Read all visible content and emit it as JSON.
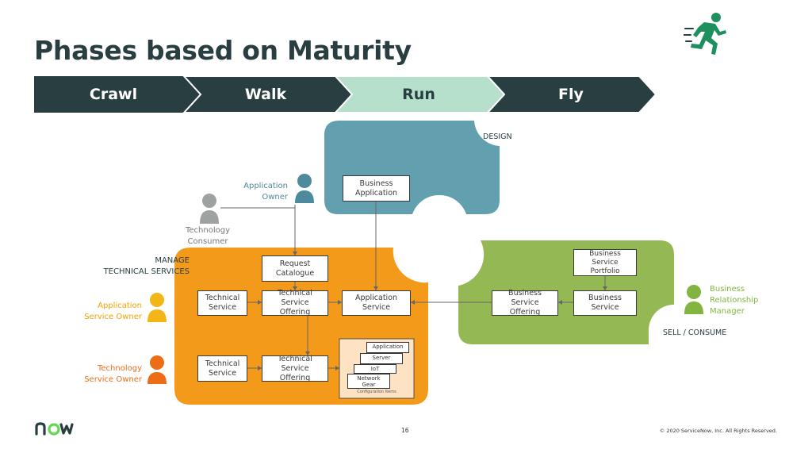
{
  "slide": {
    "title": "Phases based on Maturity",
    "page_number": "16",
    "copyright": "© 2020 ServiceNow, Inc. All Rights Reserved.",
    "logo_icon": "servicenow-now-logo",
    "runner_icon": "running-person-icon"
  },
  "phases": [
    {
      "label": "Crawl",
      "color": "#293e40"
    },
    {
      "label": "Walk",
      "color": "#293e40"
    },
    {
      "label": "Run",
      "color": "#b7e0cc"
    },
    {
      "label": "Fly",
      "color": "#293e40"
    }
  ],
  "colors": {
    "design_area": "#62a0b0",
    "manage_area": "#f39a1b",
    "sell_area": "#94b854",
    "dark": "#293e40",
    "teal_person": "#4c8a9c",
    "grey_person": "#9ea3a2",
    "yellow_person": "#f4b516",
    "orange_person": "#ec6d15",
    "green_person": "#82b53f"
  },
  "areas": {
    "design": "DESIGN",
    "manage": [
      "MANAGE",
      "TECHNICAL SERVICES"
    ],
    "sell": "SELL / CONSUME"
  },
  "roles": {
    "application_owner": [
      "Application",
      "Owner"
    ],
    "technology_consumer": [
      "Technology",
      "Consumer"
    ],
    "application_service_owner": [
      "Application",
      "Service Owner"
    ],
    "technology_service_owner": [
      "Technology",
      "Service Owner"
    ],
    "business_relationship_manager": [
      "Business",
      "Relationship",
      "Manager"
    ]
  },
  "boxes": {
    "business_application": [
      "Business",
      "Application"
    ],
    "request_catalogue": [
      "Request",
      "Catalogue"
    ],
    "technical_service_1": [
      "Technical",
      "Service"
    ],
    "technical_service_offering_1": [
      "Technical",
      "Service Offering"
    ],
    "application_service": [
      "Application",
      "Service"
    ],
    "business_service_offering": [
      "Business Service",
      "Offering"
    ],
    "business_service": [
      "Business",
      "Service"
    ],
    "business_service_portfolio": [
      "Business",
      "Service",
      "Portfolio"
    ],
    "technical_service_2": [
      "Technical",
      "Service"
    ],
    "technical_service_offering_2": [
      "Technical",
      "Service Offering"
    ]
  },
  "config_items": {
    "cards": [
      "Application",
      "Server",
      "IoT",
      [
        "Network",
        "Gear"
      ]
    ],
    "caption": "Configuration Items"
  }
}
